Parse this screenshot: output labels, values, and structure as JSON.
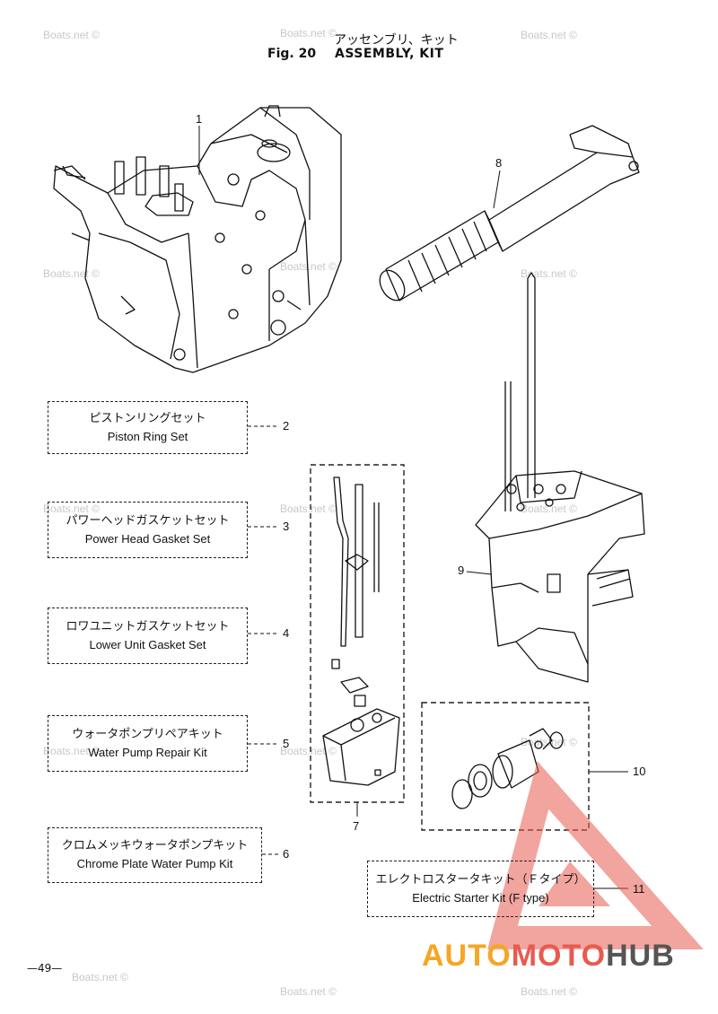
{
  "header": {
    "title_jp": "アッセンブリ、キット",
    "fig_label": "Fig. 20",
    "title_en": "ASSEMBLY, KIT"
  },
  "callouts": [
    "1",
    "2",
    "3",
    "4",
    "5",
    "6",
    "7",
    "8",
    "9",
    "10",
    "11"
  ],
  "kits": [
    {
      "jp": "ピストンリングセット",
      "en": "Piston Ring Set",
      "num": "2"
    },
    {
      "jp": "パワーヘッドガスケットセット",
      "en": "Power Head Gasket Set",
      "num": "3"
    },
    {
      "jp": "ロワユニットガスケットセット",
      "en": "Lower Unit Gasket Set",
      "num": "4"
    },
    {
      "jp": "ウォータポンプリペアキット",
      "en": "Water Pump Repair Kit",
      "num": "5"
    },
    {
      "jp": "クロムメッキウォータポンプキット",
      "en": "Chrome Plate Water  Pump Kit",
      "num": "6"
    },
    {
      "jp": "エレクトロスタータキット（Ｆタイプ）",
      "en": "Electric Starter Kit (F type)",
      "num": "11"
    }
  ],
  "page_number": "—49—",
  "watermark": "Boats.net ©",
  "brand": {
    "part1": "AUTO",
    "part2": "MOTO",
    "part3": "HUB"
  },
  "colors": {
    "brand_orange": "#f5a623",
    "brand_red": "#e85a4f",
    "brand_gray": "#555555",
    "watermark": "#c8c8c8"
  }
}
